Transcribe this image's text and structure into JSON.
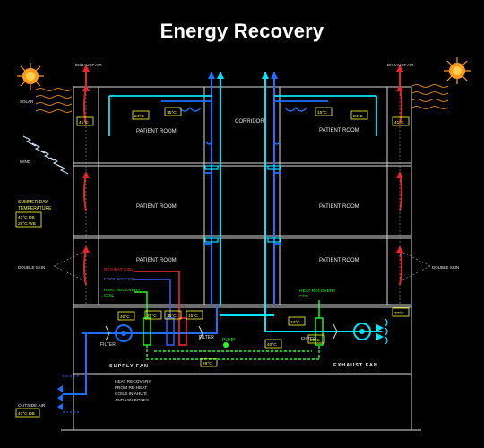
{
  "title": "Energy Recovery",
  "labels": {
    "exhaust_air_left": "EXHAUST AIR",
    "exhaust_air_right": "EXHAUST AIR",
    "solar": "SOLAR",
    "wind": "WIND",
    "corridor": "CORRIDOR",
    "summer_day_1": "SUMMER DAY",
    "summer_day_2": "TEMPERATURE",
    "double_skin_left": "DOUBLE SKIN",
    "double_skin_right": "DOUBLE SKIN",
    "reheat_coil": "RE-HEAT COIL",
    "cooling_coil": "COOLING COIL",
    "heat_recovery_coil_left_1": "HEAT RECOVERY",
    "heat_recovery_coil_left_2": "COIL",
    "heat_recovery_coil_right_1": "HEAT RECOVERY",
    "heat_recovery_coil_right_2": "COIL",
    "filter_left": "FILTER",
    "filter_mid": "FILTER",
    "filter_right": "FILTER",
    "pump": "PUMP",
    "supply_fan": "SUPPLY FAN",
    "exhaust_fan": "EXHAUST FAN",
    "heat_recovery_note_1": "HEAT RECOVERY",
    "heat_recovery_note_2": "FROM RE-HEAT",
    "heat_recovery_note_3": "COILS IN AHU'S",
    "heat_recovery_note_4": "AND VAV BOXES",
    "outside_air_1": "OUTSIDE AIR",
    "outside_air_2": "41°C DB"
  },
  "rooms": {
    "top_left": "PATIENT ROOM",
    "top_right": "PATIENT ROOM",
    "mid_left": "PATIENT ROOM",
    "mid_right": "PATIENT ROOM",
    "bot_left": "PATIENT ROOM",
    "bot_right": "PATIENT ROOM"
  },
  "temps": {
    "left_facade": "41°C",
    "right_facade": "41°C",
    "summer_db": "41°C DB",
    "summer_wb": "25°C WB",
    "room_left_1": "24°C",
    "room_left_2": "15°C",
    "room_right_1": "15°C",
    "room_right_2": "24°C",
    "ahu_1": "40°C",
    "ahu_2": "25°C",
    "ahu_3": "15°C",
    "ahu_4": "15°C",
    "ahu_5": "24°C",
    "ahu_6": "28°C",
    "ahu_7": "40°C",
    "ahu_8": "28°C",
    "exhaust_out": "37°C"
  },
  "colors": {
    "background": "#000000",
    "structure": "#d8d8d8",
    "supply_air": "#1f6fff",
    "exhaust_air": "#00e5ff",
    "reheat": "#ff2a2a",
    "cooling": "#3b5bff",
    "heat_recovery": "#22ff22",
    "temp_box": "#ffff33",
    "label": "#ffffff",
    "sun": "#ff9a1a"
  }
}
